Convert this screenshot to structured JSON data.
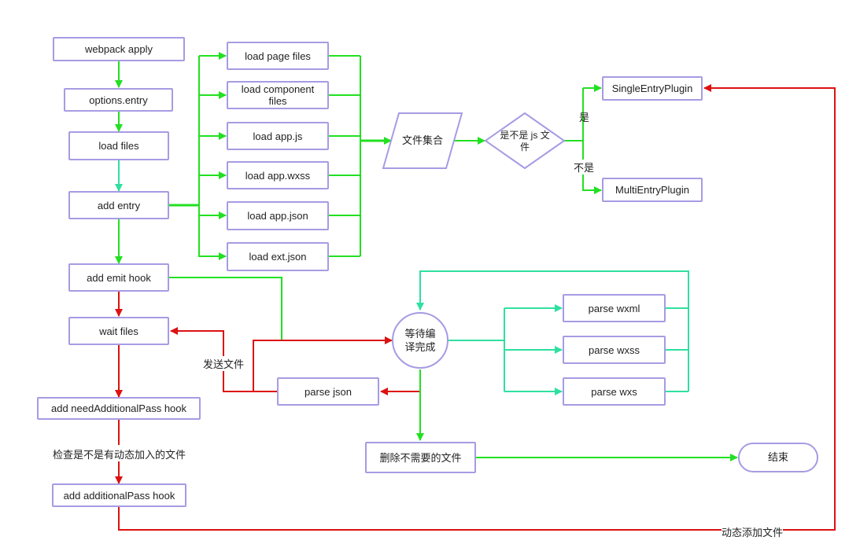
{
  "nodes": {
    "webpack_apply": "webpack apply",
    "options_entry": "options.entry",
    "load_files": "load files",
    "add_entry": "add entry",
    "add_emit_hook": "add emit hook",
    "wait_files": "wait files",
    "add_need_additional_pass_hook": "add needAdditionalPass hook",
    "add_additional_pass_hook": "add additionalPass hook",
    "load_page_files": "load page files",
    "load_component_files": "load component files",
    "load_app_js": "load app.js",
    "load_app_wxss": "load app.wxss",
    "load_app_json": "load app.json",
    "load_ext_json": "load ext.json",
    "file_collection": "文件集合",
    "is_js_file": "是不是 js 文件",
    "single_entry_plugin": "SingleEntryPlugin",
    "multi_entry_plugin": "MultiEntryPlugin",
    "wait_compile": "等待编译完成",
    "parse_wxml": "parse wxml",
    "parse_wxss": "parse wxss",
    "parse_wxs": "parse wxs",
    "parse_json": "parse json",
    "delete_unneeded_files": "删除不需要的文件",
    "end": "结束"
  },
  "edge_labels": {
    "yes": "是",
    "no": "不是",
    "send_files": "发送文件",
    "check_dynamic": "检查是不是有动态加入的文件",
    "dynamic_add": "动态添加文件"
  },
  "colors": {
    "green": "#22e022",
    "teal": "#2fe0a0",
    "red": "#dd1111",
    "box_border": "#a79be3"
  }
}
